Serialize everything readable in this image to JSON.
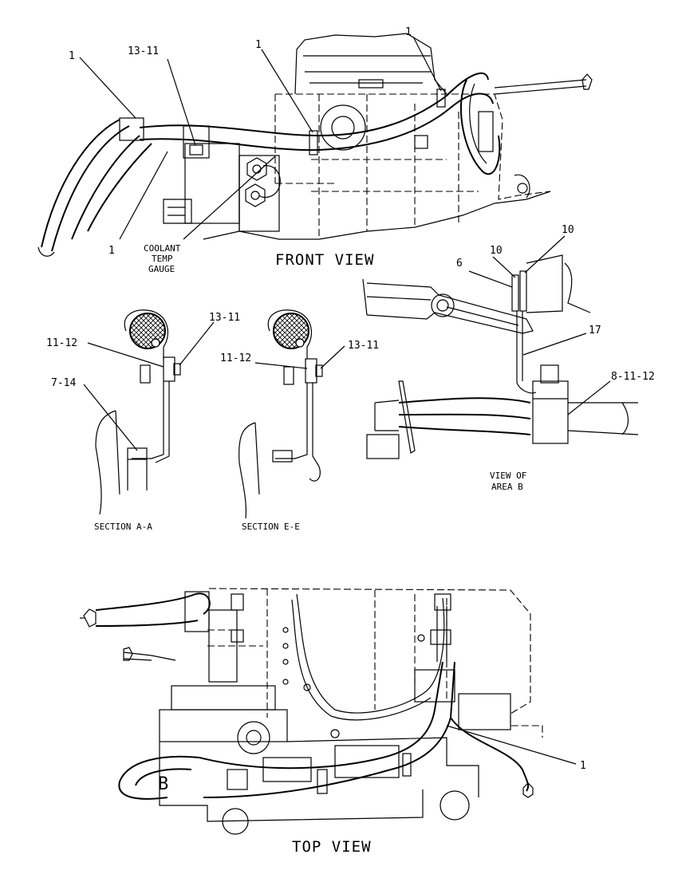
{
  "views": {
    "front": "FRONT VIEW",
    "top": "TOP VIEW",
    "section_aa": "SECTION A-A",
    "section_ee": "SECTION E-E",
    "area_b_line1": "VIEW OF",
    "area_b_line2": "AREA B"
  },
  "notes": {
    "coolant_1": "COOLANT",
    "coolant_2": "TEMP",
    "coolant_3": "GAUGE"
  },
  "callouts": {
    "front_1a": "1",
    "front_13_11": "13-11",
    "front_1b": "1",
    "front_1c": "1",
    "front_1d": "1",
    "aa_13_11": "13-11",
    "aa_11_12": "11-12",
    "aa_7_14": "7-14",
    "ee_11_12": "11-12",
    "ee_13_11": "13-11",
    "b_10a": "10",
    "b_10b": "10",
    "b_6": "6",
    "b_17": "17",
    "b_8_11_12": "8-11-12",
    "top_1": "1",
    "top_b": "B"
  }
}
